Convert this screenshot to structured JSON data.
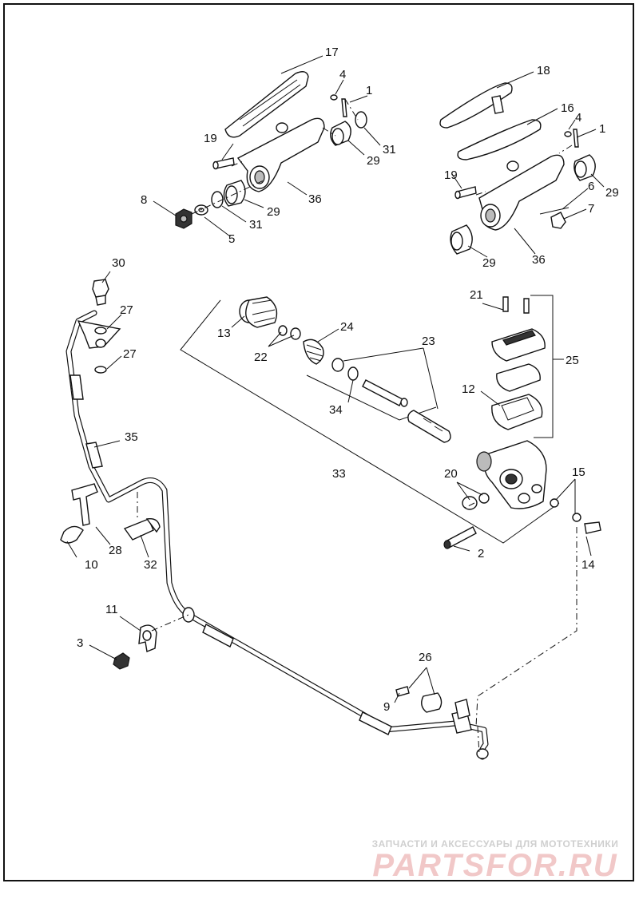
{
  "callouts": {
    "c1a": "1",
    "c1b": "1",
    "c2": "2",
    "c3": "3",
    "c4a": "4",
    "c4b": "4",
    "c5": "5",
    "c6": "6",
    "c7": "7",
    "c8": "8",
    "c9": "9",
    "c10": "10",
    "c11": "11",
    "c12": "12",
    "c13": "13",
    "c14": "14",
    "c15": "15",
    "c16": "16",
    "c17": "17",
    "c18": "18",
    "c19a": "19",
    "c19b": "19",
    "c20": "20",
    "c21": "21",
    "c22": "22",
    "c23": "23",
    "c24": "24",
    "c25": "25",
    "c26": "26",
    "c27a": "27",
    "c27b": "27",
    "c28": "28",
    "c29a": "29",
    "c29b": "29",
    "c29c": "29",
    "c29d": "29",
    "c30": "30",
    "c31a": "31",
    "c31b": "31",
    "c32": "32",
    "c33": "33",
    "c34": "34",
    "c35": "35",
    "c36a": "36",
    "c36b": "36"
  },
  "watermark": {
    "tagline": "ЗАПЧАСТИ И АКСЕССУАРЫ ДЛЯ МОТОТЕХНИКИ",
    "logo": "PARTSFOR.RU"
  },
  "colors": {
    "ink": "#111111",
    "background": "#ffffff",
    "watermark_logo": "#f1c8c8",
    "watermark_text": "#cfcfcf"
  }
}
